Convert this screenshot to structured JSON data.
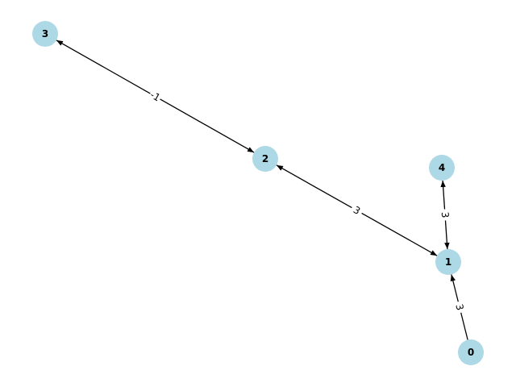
{
  "graph": {
    "directed": true,
    "node_color": "#add8e6",
    "edge_color": "#000000",
    "nodes": [
      {
        "id": "0",
        "label": "0"
      },
      {
        "id": "1",
        "label": "1"
      },
      {
        "id": "2",
        "label": "2"
      },
      {
        "id": "3",
        "label": "3"
      },
      {
        "id": "4",
        "label": "4"
      }
    ],
    "edges": [
      {
        "source": "2",
        "target": "3",
        "weight": "-1",
        "bidirectional": true
      },
      {
        "source": "2",
        "target": "1",
        "weight": "3",
        "bidirectional": true
      },
      {
        "source": "4",
        "target": "1",
        "weight": "3",
        "bidirectional": true
      },
      {
        "source": "0",
        "target": "1",
        "weight": "3",
        "bidirectional": false
      }
    ]
  }
}
